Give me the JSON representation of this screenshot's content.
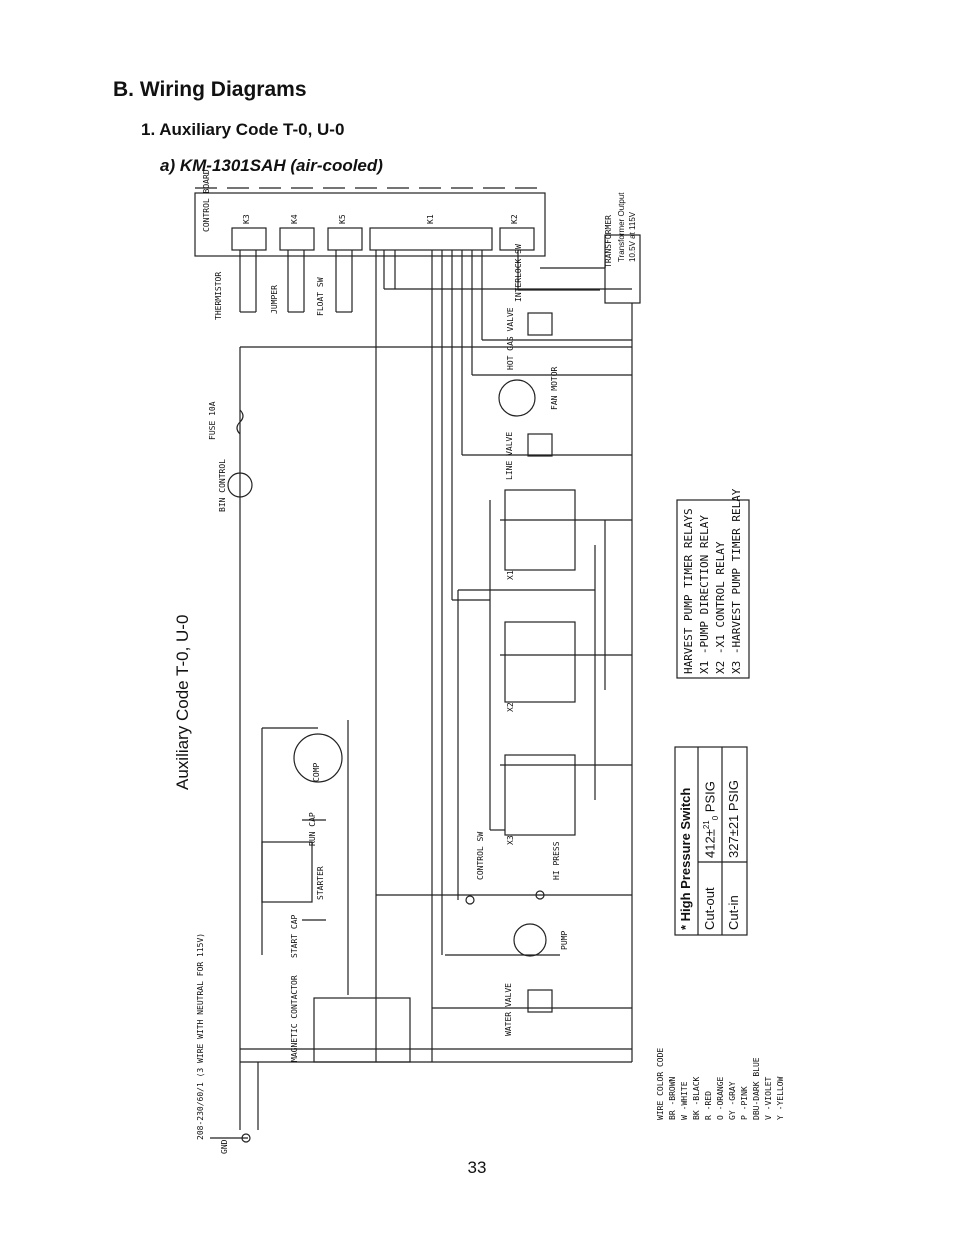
{
  "section_title": "B. Wiring Diagrams",
  "subsection_title": "1. Auxiliary Code T-0, U-0",
  "diagram_title": "a) KM-1301SAH (air-cooled)",
  "side_label": "Auxiliary Code T-0, U-0",
  "page_number": "33",
  "transformer_output": [
    "Transformer Output",
    "10.5V at 115V"
  ],
  "components": {
    "control_board": "CONTROL BOARD",
    "k3": "K3",
    "k4": "K4",
    "k5": "K5",
    "k1": "K1",
    "k2": "K2",
    "thermistor": "THERMISTOR",
    "jumper": "JUMPER",
    "float_sw": "FLOAT SW",
    "interlock": "INTERLOCK SW",
    "transformer": "TRANSFORMER",
    "hot_gas_valve": "HOT GAS VALVE",
    "fan_motor": "FAN MOTOR",
    "line_valve": "LINE VALVE",
    "fuse": "FUSE 10A",
    "bin_control": "BIN CONTROL",
    "x1": "X1",
    "x2": "X2",
    "x3": "X3",
    "comp": "COMP",
    "run_cap": "RUN CAP",
    "starter": "STARTER",
    "start_cap": "START CAP",
    "magnetic_contactor": "MAGNETIC CONTACTOR",
    "control_sw": "CONTROL SW",
    "hi_press": "HI PRESS",
    "pump": "PUMP",
    "water_valve": "WATER VALVE",
    "power_supply": "208-230/60/1 (3 WIRE WITH NEUTRAL FOR 115V)",
    "gnd": "GND"
  },
  "relay_legend": {
    "title": "HARVEST PUMP TIMER RELAYS",
    "rows": [
      "X1 -PUMP DIRECTION RELAY",
      "X2 -X1 CONTROL RELAY",
      "X3 -HARVEST PUMP TIMER RELAY"
    ]
  },
  "hp_switch": {
    "title": "* High Pressure Switch",
    "rows": [
      {
        "label": "Cut-out",
        "value_main": "412±",
        "sup": "21",
        "sub": "0",
        "unit": " PSIG"
      },
      {
        "label": "Cut-in",
        "value_main": "327±21 PSIG",
        "sup": "",
        "sub": "",
        "unit": ""
      }
    ]
  },
  "wire_color_code": {
    "title": "WIRE COLOR CODE",
    "rows": [
      "BR -BROWN",
      "W -WHITE",
      "BK -BLACK",
      "R -RED",
      "O -ORANGE",
      "GY -GRAY",
      "P -PINK",
      "DBU-DARK BLUE",
      "V -VIOLET",
      "Y -YELLOW"
    ]
  }
}
